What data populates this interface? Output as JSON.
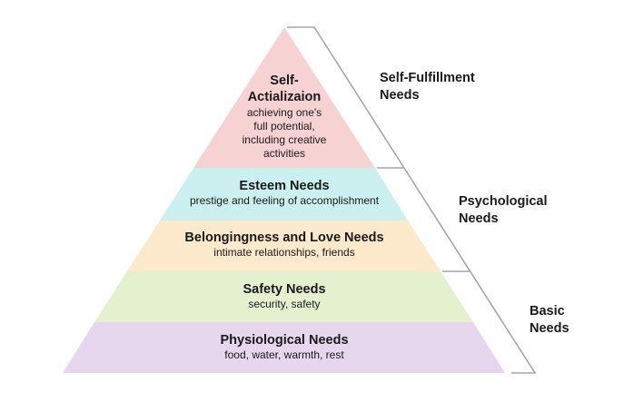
{
  "levels": [
    {
      "title": "Self-\nActializaion",
      "desc": "achieving one's\nfull potential,\nincluding creative\nactivities",
      "color": "#f7d2d2"
    },
    {
      "title": "Esteem Needs",
      "desc": "prestige and feeling of accomplishment",
      "color": "#ccf0ef"
    },
    {
      "title": "Belongingness and Love Needs",
      "desc": "intimate relationships, friends",
      "color": "#fde9cc"
    },
    {
      "title": "Safety Needs",
      "desc": "security, safety",
      "color": "#e5f0cf"
    },
    {
      "title": "Physiological Needs",
      "desc": "food, water, warmth, rest",
      "color": "#e6d7ef"
    }
  ],
  "groups": [
    {
      "label": "Self-Fulfillment\nNeeds"
    },
    {
      "label": "Psychological\nNeeds"
    },
    {
      "label": "Basic\nNeeds"
    }
  ],
  "bracket_color": "#a6a6a6"
}
